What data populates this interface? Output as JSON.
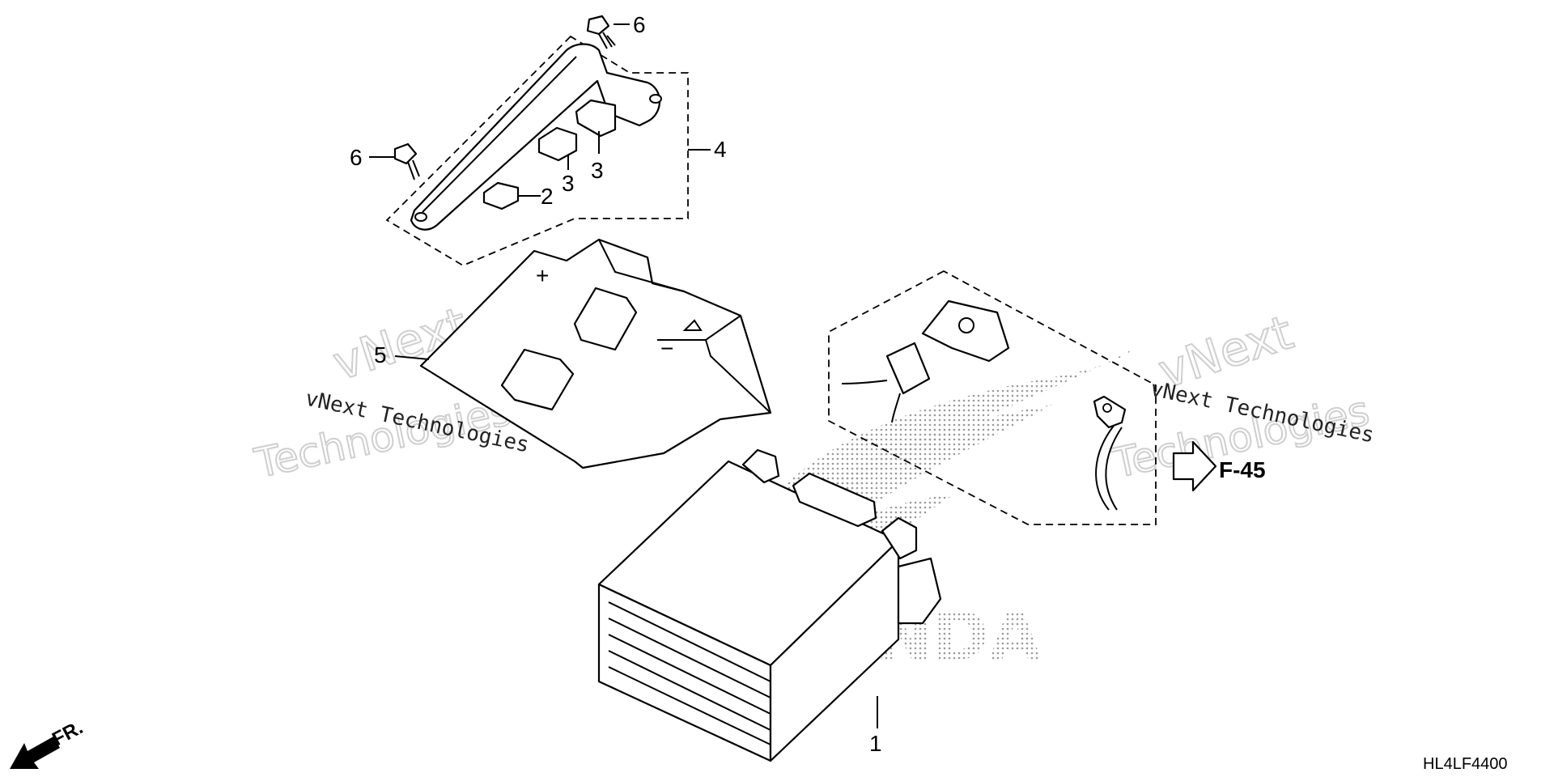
{
  "callouts": {
    "c1": "1",
    "c2": "2",
    "c3a": "3",
    "c3b": "3",
    "c4": "4",
    "c5": "5",
    "c6a": "6",
    "c6b": "6"
  },
  "symbols": {
    "plus": "+",
    "minus": "−"
  },
  "reference": {
    "label": "F-45"
  },
  "direction": {
    "label": "FR."
  },
  "diagram_code": "HL4LF4400",
  "watermarks": {
    "line_left": "vNext Technologies",
    "line_right": "vNext Technologies",
    "outline_vnext": "vNext",
    "outline_tech": "Technologies",
    "brand": "HONDA"
  }
}
